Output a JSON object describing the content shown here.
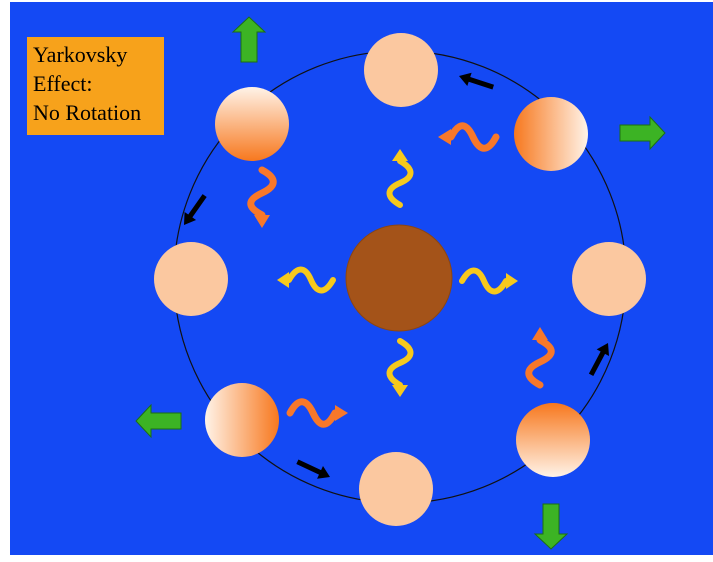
{
  "title": {
    "lines": [
      "Yarkovsky",
      "Effect:",
      "No Rotation"
    ]
  },
  "colors": {
    "background": "#1449f4",
    "title_box": "#f7a21b",
    "sun": "#a45319",
    "asteroid_light": "#fbc8a0",
    "asteroid_heated": "#f7781e",
    "thermal_radiation": "#f8782a",
    "solar_radiation": "#f7c91c",
    "force_arrow": "#3cb324",
    "orbit_arrow": "#000000",
    "orbit": "#111111"
  },
  "icons": {
    "sun": "sun-disc",
    "asteroid": "asteroid-disc",
    "solar_radiation": "wavy-yellow-arrow",
    "thermal_radiation": "wavy-orange-arrow",
    "force": "green-block-arrow",
    "orbit_direction": "black-arrow"
  }
}
